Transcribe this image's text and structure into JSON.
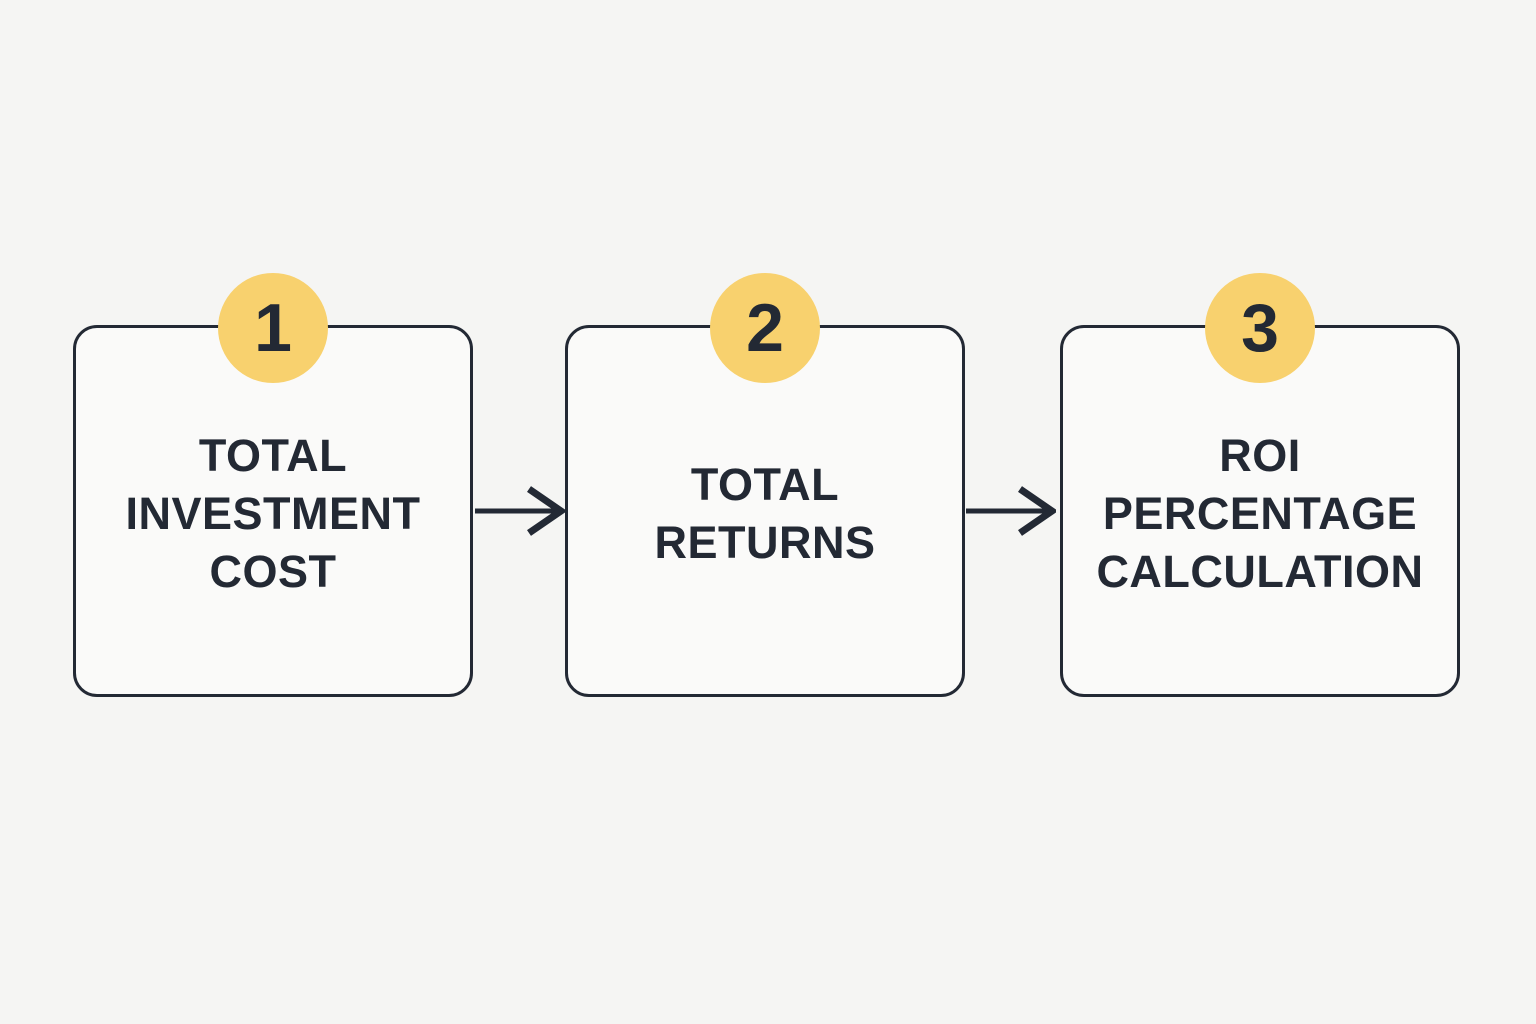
{
  "diagram": {
    "type": "process-flow",
    "direction": "left-to-right",
    "colors": {
      "background": "#f5f5f3",
      "box_fill": "#fafaf9",
      "outline": "#232934",
      "badge_accent": "#f8d16e",
      "text": "#232934"
    },
    "steps": [
      {
        "number": "1",
        "label": "TOTAL INVESTMENT COST",
        "lines": [
          "TOTAL",
          "INVESTMENT",
          "COST"
        ]
      },
      {
        "number": "2",
        "label": "TOTAL RETURNS",
        "lines": [
          "TOTAL",
          "RETURNS"
        ]
      },
      {
        "number": "3",
        "label": "ROI PERCENTAGE CALCULATION",
        "lines": [
          "ROI",
          "PERCENTAGE",
          "CALCULATION"
        ]
      }
    ],
    "connectors": [
      {
        "from": "1",
        "to": "2",
        "type": "arrow-right"
      },
      {
        "from": "2",
        "to": "3",
        "type": "arrow-right"
      }
    ]
  }
}
